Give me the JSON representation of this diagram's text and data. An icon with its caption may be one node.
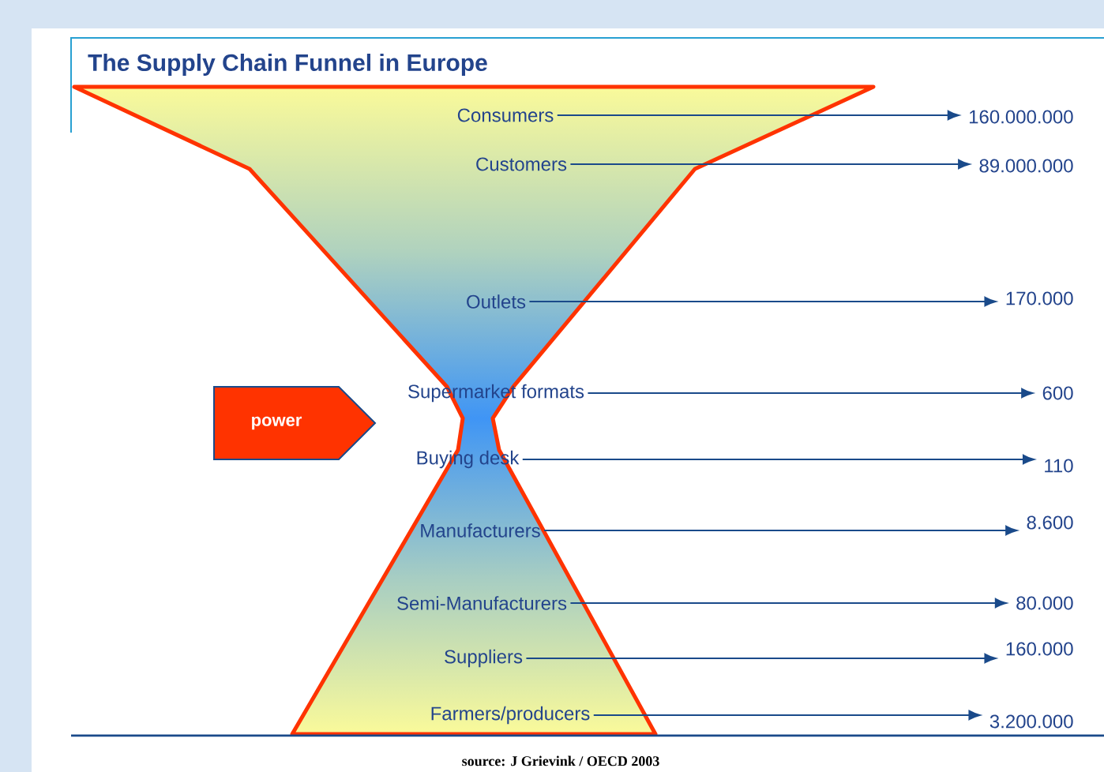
{
  "diagram": {
    "title": "The Supply Chain Funnel in Europe",
    "caption": "source: J Grievink / OECD 2003",
    "nodes": [
      {
        "text": [
          "Consumers"
        ]
      },
      {
        "text": [
          "160.000.000"
        ]
      },
      {
        "text": [
          "Customers"
        ]
      },
      {
        "text": [
          "89.000.000"
        ]
      },
      {
        "text": [
          "Outlets"
        ]
      },
      {
        "text": [
          "170.000"
        ]
      },
      {
        "text": [
          "Supermarket formats"
        ]
      },
      {
        "text": [
          "600"
        ]
      },
      {
        "text": [
          "Buying desk"
        ]
      },
      {
        "text": [
          "110"
        ]
      },
      {
        "text": [
          "Manufacturers"
        ]
      },
      {
        "text": [
          "8.600"
        ]
      },
      {
        "text": [
          "Semi-Manufacturers"
        ]
      },
      {
        "text": [
          "80.000"
        ]
      },
      {
        "text": [
          "Suppliers"
        ]
      },
      {
        "text": [
          "160.000"
        ]
      },
      {
        "text": [
          "Farmers/producers"
        ]
      },
      {
        "text": [
          "3.200.000"
        ]
      },
      {
        "text": [
          "power"
        ]
      }
    ],
    "edges": [
      {
        "from": 0,
        "to": 1,
        "arrow": "to"
      },
      {
        "from": 2,
        "to": 3,
        "arrow": "to"
      },
      {
        "from": 4,
        "to": 5,
        "arrow": "to"
      },
      {
        "from": 6,
        "to": 7,
        "arrow": "to"
      },
      {
        "from": 8,
        "to": 9,
        "arrow": "to"
      },
      {
        "from": 10,
        "to": 11,
        "arrow": "to"
      },
      {
        "from": 12,
        "to": 13,
        "arrow": "to"
      },
      {
        "from": 14,
        "to": 15,
        "arrow": "to"
      },
      {
        "from": 16,
        "to": 17,
        "arrow": "to"
      }
    ]
  }
}
